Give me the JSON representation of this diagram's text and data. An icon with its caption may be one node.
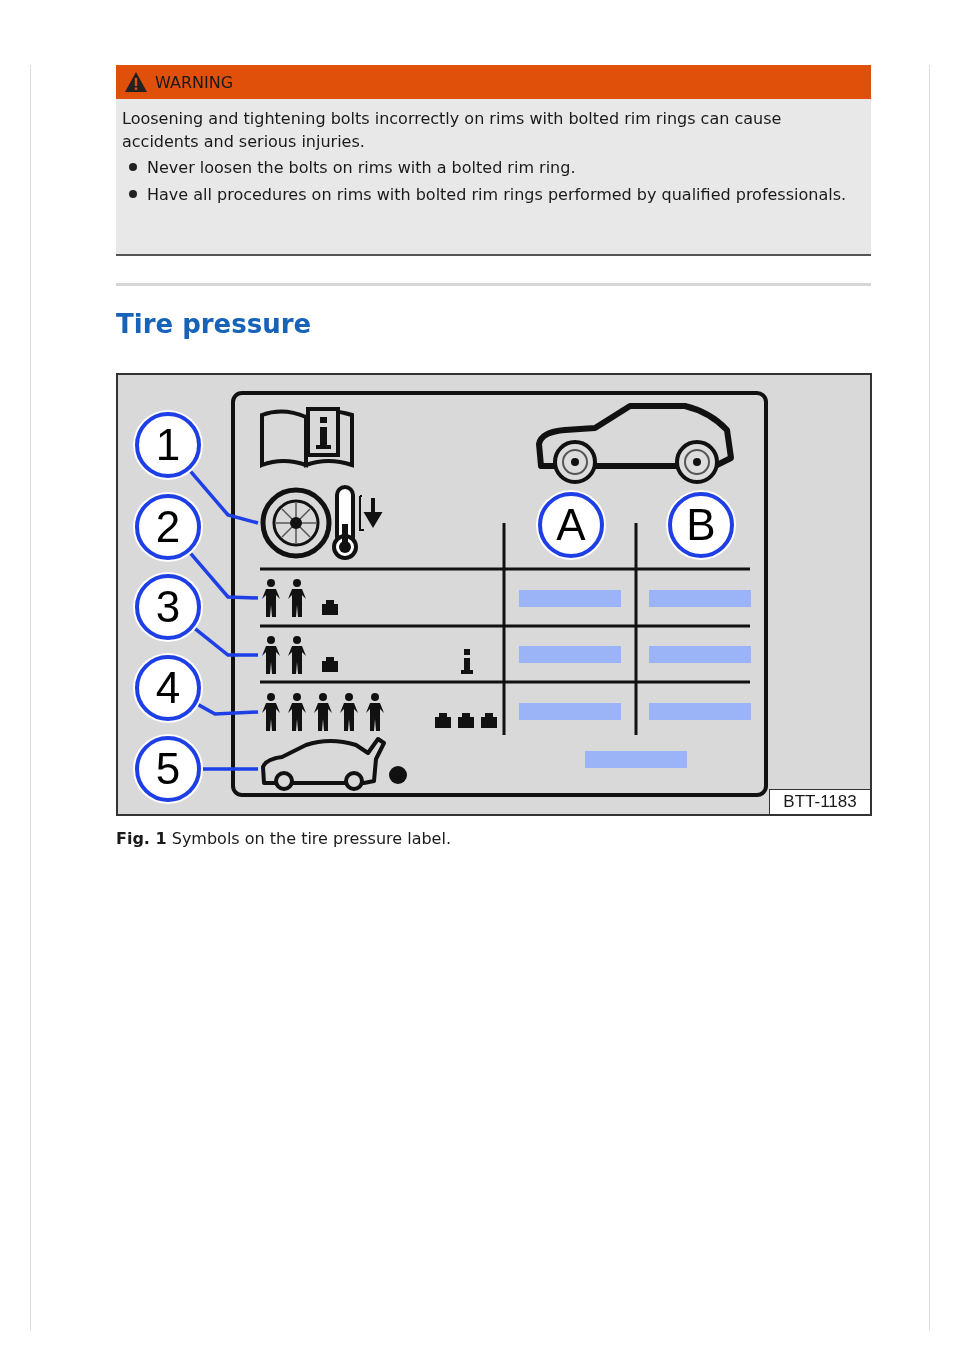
{
  "diagram": {
    "title": "Tire pressure",
    "caption": "**Fig. 1** Symbols on the tire pressure label.",
    "nodes": [
      {
        "text": [
          "1"
        ]
      },
      {
        "text": [
          "2"
        ]
      },
      {
        "text": [
          "3"
        ]
      },
      {
        "text": [
          "4"
        ]
      },
      {
        "text": [
          "5"
        ]
      },
      {
        "text": [],
        "shape": "picture"
      },
      {
        "text": [],
        "shape": "picture"
      },
      {
        "text": [],
        "shape": "picture"
      },
      {
        "text": [],
        "shape": "picture"
      },
      {
        "text": [],
        "shape": "picture"
      },
      {
        "text": [
          "A"
        ]
      },
      {
        "text": [
          "B"
        ]
      }
    ],
    "edges": [
      {
        "from": 0,
        "to": 5,
        "arrow": "none"
      },
      {
        "from": 1,
        "to": 6,
        "arrow": "none"
      },
      {
        "from": 2,
        "to": 7,
        "arrow": "none"
      },
      {
        "from": 3,
        "to": 8,
        "arrow": "none"
      },
      {
        "from": 4,
        "to": 9,
        "arrow": "none"
      }
    ],
    "labels": [
      "WARNING",
      "Loosening and tightening bolts incorrectly on rims with bolted rim rings can cause accidents and serious injuries.",
      "Never loosen the bolts on rims with a bolted rim ring.",
      "Have all procedures on rims with bolted rim rings performed by qualified professionals.",
      "BTT-1183"
    ]
  }
}
